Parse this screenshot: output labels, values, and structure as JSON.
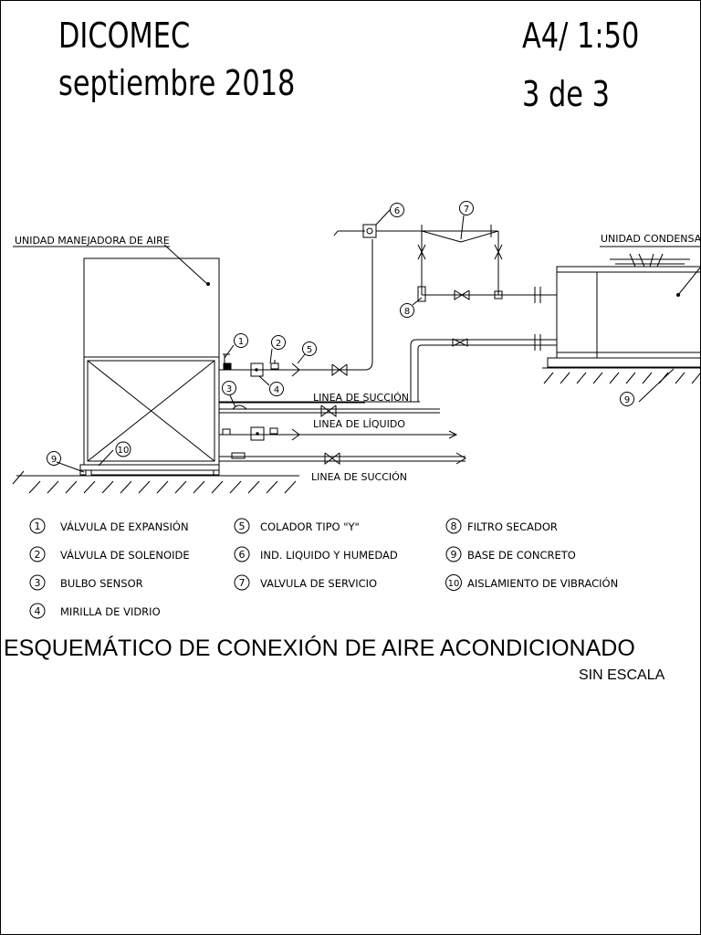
{
  "header": {
    "company": "DICOMEC",
    "date": "septiembre 2018",
    "sheet_format": "A4/ 1:50",
    "sheet_number": "3 de 3"
  },
  "diagram": {
    "labels": {
      "air_handler": "UNIDAD MANEJADORA DE AIRE",
      "condenser": "UNIDAD CONDENSA",
      "suction_line_1": "LINEA DE SUCCIÓN",
      "liquid_line": "LINEA DE LÍQUIDO",
      "suction_line_2": "LINEA DE SUCCIÓN"
    },
    "callouts": [
      "1",
      "2",
      "3",
      "4",
      "5",
      "6",
      "7",
      "8",
      "9",
      "10"
    ]
  },
  "legend": [
    {
      "num": "1",
      "text": "VÁLVULA DE EXPANSIÓN"
    },
    {
      "num": "2",
      "text": "VÁLVULA DE SOLENOIDE"
    },
    {
      "num": "3",
      "text": "BULBO SENSOR"
    },
    {
      "num": "4",
      "text": "MIRILLA DE VIDRIO"
    },
    {
      "num": "5",
      "text": "COLADOR TIPO \"Y\""
    },
    {
      "num": "6",
      "text": "IND. LIQUIDO Y HUMEDAD"
    },
    {
      "num": "7",
      "text": "VALVULA DE SERVICIO"
    },
    {
      "num": "8",
      "text": "FILTRO SECADOR"
    },
    {
      "num": "9",
      "text": "BASE DE CONCRETO"
    },
    {
      "num": "10",
      "text": "AISLAMIENTO DE VIBRACIÓN"
    }
  ],
  "title": "ESQUEMÁTICO DE CONEXIÓN DE AIRE ACONDICIONADO",
  "subtitle": "SIN ESCALA"
}
